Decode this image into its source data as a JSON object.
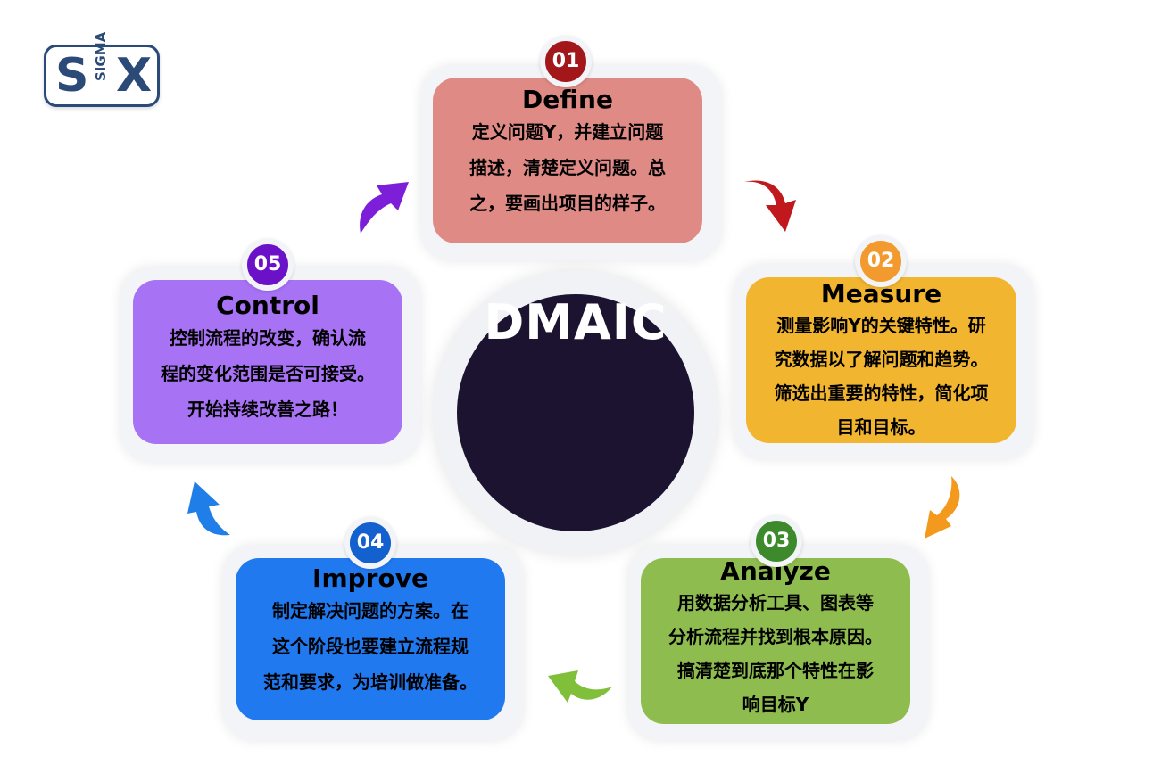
{
  "logo": {
    "letter_left": "S",
    "letter_right": "X",
    "vertical_text": "SIGMA",
    "color": "#2b4a78"
  },
  "center": {
    "label": "DMAIC",
    "color": "#1c1331"
  },
  "steps": [
    {
      "number": "01",
      "title": "Define",
      "lines": [
        "定义问题Y，并建立问题",
        "描述，清楚定义问题。总",
        "之，要画出项目的样子。"
      ],
      "card_color": "#e08a86",
      "badge_color": "#a3171b"
    },
    {
      "number": "02",
      "title": "Measure",
      "lines": [
        "测量影响Y的关键特性。研",
        "究数据以了解问题和趋势。",
        "筛选出重要的特性，简化项",
        "目和目标。"
      ],
      "card_color": "#f2b52f",
      "badge_color": "#f29a2e"
    },
    {
      "number": "03",
      "title": "Analyze",
      "lines": [
        "用数据分析工具、图表等",
        "分析流程并找到根本原因。",
        "搞清楚到底那个特性在影",
        "响目标Y"
      ],
      "card_color": "#8fbc4e",
      "badge_color": "#3c8a2b"
    },
    {
      "number": "04",
      "title": "Improve",
      "lines": [
        "制定解决问题的方案。在",
        "这个阶段也要建立流程规",
        "范和要求，为培训做准备。"
      ],
      "card_color": "#2179f0",
      "badge_color": "#1360cf"
    },
    {
      "number": "05",
      "title": "Control",
      "lines": [
        "控制流程的改变，确认流",
        "程的变化范围是否可接受。",
        "开始持续改善之路！"
      ],
      "card_color": "#a872f5",
      "badge_color": "#6b12c9"
    }
  ],
  "arrows": [
    {
      "icon": "curved-arrow-icon",
      "color": "#c0181c"
    },
    {
      "icon": "curved-arrow-icon",
      "color": "#f39a1e"
    },
    {
      "icon": "curved-arrow-icon",
      "color": "#7fbf3a"
    },
    {
      "icon": "curved-arrow-icon",
      "color": "#1f7ee8"
    },
    {
      "icon": "curved-arrow-icon",
      "color": "#7d1fd8"
    }
  ]
}
